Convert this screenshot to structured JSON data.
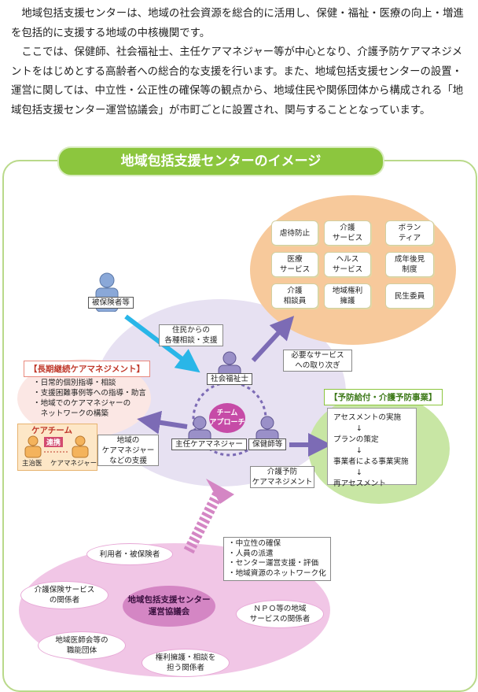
{
  "intro": {
    "paragraph1": "地域包括支援センターは、地域の社会資源を総合的に活用し、保健・福祉・医療の向上・増進を包括的に支援する地域の中核機関です。",
    "paragraph2": "ここでは、保健師、社会福祉士、主任ケアマネジャー等が中心となり、介護予防ケアマネジメントをはじめとする高齢者への総合的な支援を行います。また、地域包括支援センターの設置・運営に関しては、中立性・公正性の確保等の観点から、地域住民や関係団体から構成される「地域包括支援センター運営協議会」が市町ごとに設置され、関与することとなっています。"
  },
  "diagram": {
    "title": "地域包括支援センターのイメージ",
    "services": {
      "tiles": [
        "虐待防止",
        "介護\nサービス",
        "ボラン\nティア",
        "医療\nサービス",
        "ヘルス\nサービス",
        "成年後見\n制度",
        "介護\n相談員",
        "地域権利\n擁護",
        "民生委員"
      ]
    },
    "insured": {
      "label": "被保険者等"
    },
    "consult_note": "住民からの\n各種相談・支援",
    "coordination_note": "必要なサービス\nへの取り次ぎ",
    "roles": {
      "social_worker": "社会福祉士",
      "chief_care_manager": "主任ケアマネジャー",
      "public_health_nurse": "保健師等"
    },
    "team_approach": "チーム\nアプローチ",
    "long_term": {
      "header": "【長期継続ケアマネジメント】",
      "items": "・日常的個別指導・相談\n・支援困難事例等への指導・助言\n・地域でのケアマネジャーの\n　ネットワークの構築"
    },
    "care_team": {
      "title": "ケアチーム",
      "link": "連携",
      "doctor": "主治医",
      "care_manager": "ケアマネジャー"
    },
    "cm_support_note": "地域の\nケアマネジャー\nなどの支援",
    "prevention": {
      "header": "【予防給付・介護予防事業】",
      "steps": "アセスメントの実施\n　　　↓\nプランの策定\n　　　↓\n事業者による事業実施\n　　　↓\n再アセスメント"
    },
    "prevention_cm_note": "介護予防\nケアマネジメント",
    "council": {
      "name": "地域包括支援センター\n運営協議会",
      "roles_note": "・中立性の確保\n・人員の派遣\n・センター運営支援・評価\n・地域資源のネットワーク化",
      "members": [
        "利用者・被保険者",
        "介護保険サービス\nの関係者",
        "ＮＰＯ等の地域\nサービスの関係者",
        "地域医師会等の\n職能団体",
        "権利擁護・相談を\n担う関係者"
      ]
    },
    "colors": {
      "frame_green": "#8cc63e",
      "orange": "#f7c99b",
      "lavender": "#e7e1f2",
      "pink": "#f1c6e6",
      "magenta": "#d486c4",
      "blue_arrow": "#29b6e8",
      "purple_arrow": "#7c6bb5"
    }
  }
}
